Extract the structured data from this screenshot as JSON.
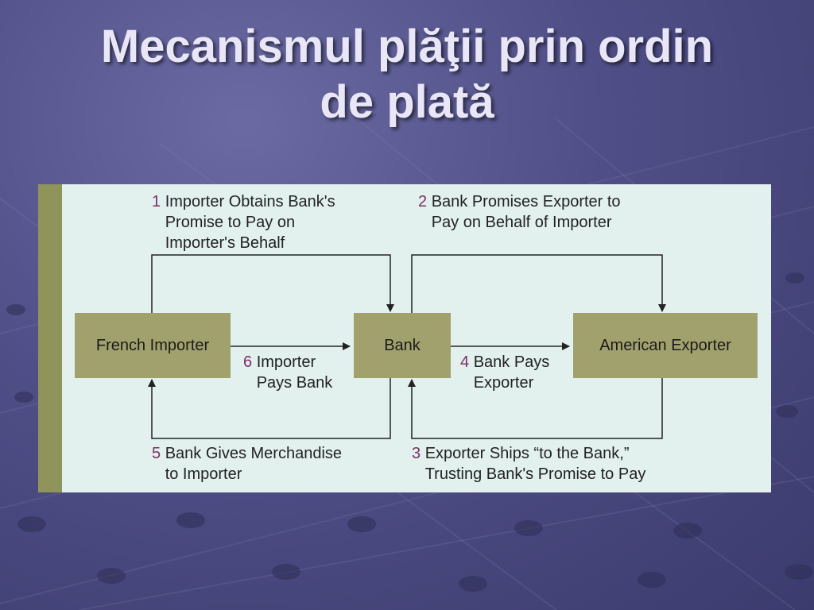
{
  "title": {
    "line1": "Mecanismul plăţii prin ordin",
    "line2": "de plată"
  },
  "diagram": {
    "nodes": {
      "french_importer": "French Importer",
      "bank": "Bank",
      "american_exporter": "American Exporter"
    },
    "steps": [
      {
        "num": "1",
        "text": "Importer Obtains Bank's\nPromise to Pay on\nImporter's Behalf"
      },
      {
        "num": "2",
        "text": "Bank Promises Exporter to\nPay on Behalf of Importer"
      },
      {
        "num": "3",
        "text": "Exporter Ships “to the Bank,”\nTrusting Bank's Promise to Pay"
      },
      {
        "num": "4",
        "text": "Bank Pays\nExporter"
      },
      {
        "num": "5",
        "text": "Bank Gives Merchandise\nto Importer"
      },
      {
        "num": "6",
        "text": "Importer\nPays Bank"
      }
    ],
    "colors": {
      "panel": "#e3f1ee",
      "stripe": "#8f945a",
      "node": "#a1a16d",
      "step_number": "#7b2f66",
      "arrow": "#222222"
    }
  }
}
